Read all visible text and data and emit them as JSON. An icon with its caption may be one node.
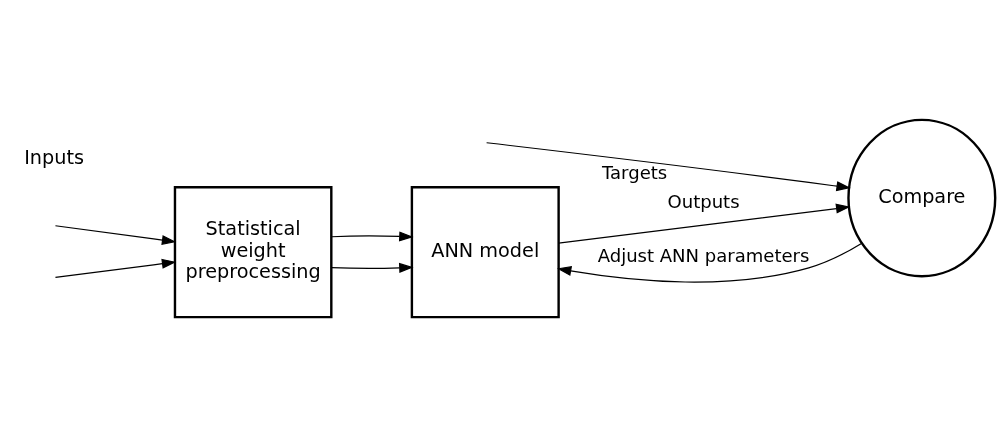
{
  "diagram": {
    "nodes": [
      {
        "text": [
          "Statistical weight preprocessing"
        ]
      },
      {
        "text": [
          "ANN model"
        ]
      },
      {
        "text": [
          "Compare"
        ]
      }
    ],
    "edges": [
      {
        "from": null,
        "to": 0,
        "arrow": "to"
      },
      {
        "from": null,
        "to": 0,
        "arrow": "to"
      },
      {
        "from": 0,
        "to": 1,
        "arrow": "to"
      },
      {
        "from": 0,
        "to": 1,
        "arrow": "to"
      },
      {
        "from": 1,
        "to": 2,
        "arrow": "to",
        "label": "Outputs"
      },
      {
        "from": null,
        "to": 2,
        "arrow": "to",
        "label": "Targets"
      },
      {
        "from": 2,
        "to": 1,
        "arrow": "to",
        "label": "Adjust ANN parameters"
      }
    ],
    "labels": [
      "Inputs"
    ]
  }
}
